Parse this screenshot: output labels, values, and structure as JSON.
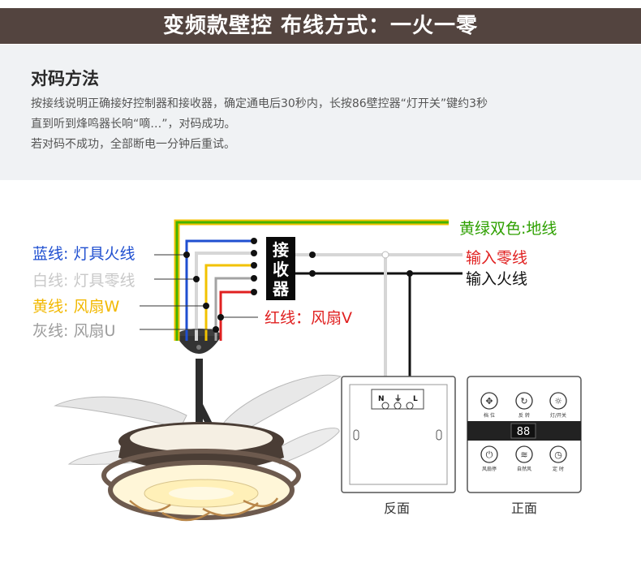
{
  "header": {
    "title": "变频款壁控 布线方式：一火一零"
  },
  "instructions": {
    "heading": "对码方法",
    "lines": [
      "按接线说明正确接好控制器和接收器，确定通电后30秒内，长按86壁控器“灯开关”键约3秒",
      "直到听到烽鸣器长响“嘀…”，对码成功。",
      "若对码不成功，全部断电一分钟后重试。"
    ]
  },
  "wires": {
    "blue": "蓝线: 灯具火线",
    "white": "白线: 灯具零线",
    "yellow": "黄线: 风扇W",
    "gray": "灰线: 风扇U",
    "red": "红线：风扇V",
    "ground": "黄绿双色:地线",
    "neutral_in": "输入零线",
    "live_in": "输入火线"
  },
  "receiver": {
    "chars": [
      "接",
      "收",
      "器"
    ]
  },
  "back_panel": {
    "caption": "反面",
    "terminals": [
      "N",
      "⏚",
      "L"
    ]
  },
  "front_panel": {
    "caption": "正面",
    "display": "88",
    "buttons_top": [
      "档 位",
      "反 转",
      "灯/开关"
    ],
    "buttons_bottom": [
      "风扇停",
      "自然风",
      "定 时"
    ]
  },
  "colors": {
    "banner": "#53443f",
    "blue": "#1f4fd0",
    "yellow": "#f2c200",
    "green": "#44b300",
    "red": "#e02020",
    "gray": "#9c9c9c",
    "white_wire": "#d6d6d6"
  }
}
